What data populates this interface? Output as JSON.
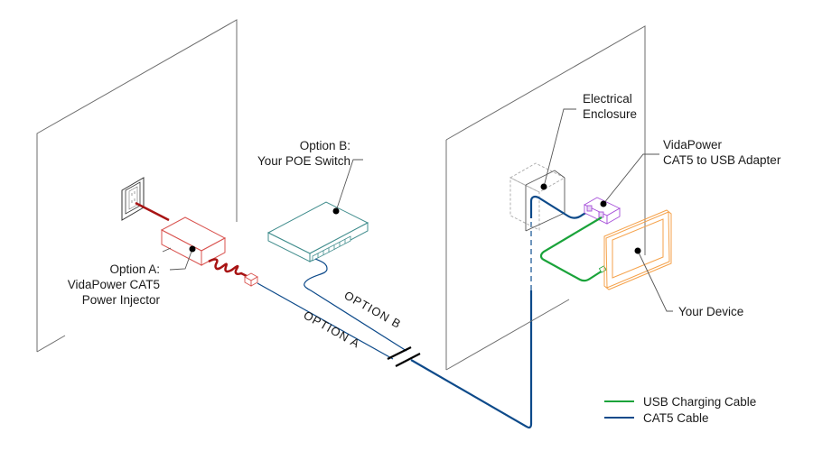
{
  "title": "VidaPower installation diagram",
  "colors": {
    "cat5": "#0d4a8a",
    "usb": "#1aa33a",
    "power": "#a81414",
    "injector": "#d9534f",
    "switch": "#3f8c8c",
    "adapter": "#a64fd9",
    "device": "#f5a24b",
    "wall": "#6e6e6e"
  },
  "labels": {
    "option_a_line1": "Option A:",
    "option_a_line2": "VidaPower CAT5",
    "option_a_line3": "Power Injector",
    "option_b_line1": "Option B:",
    "option_b_line2": "Your POE Switch",
    "enclosure_line1": "Electrical",
    "enclosure_line2": "Enclosure",
    "adapter_line1": "VidaPower",
    "adapter_line2": "CAT5 to USB Adapter",
    "device": "Your Device",
    "cable_option_a": "OPTION  A",
    "cable_option_b": "OPTION  B"
  },
  "legend": {
    "items": [
      {
        "label": "USB Charging Cable",
        "color": "#1aa33a"
      },
      {
        "label": "CAT5 Cable",
        "color": "#0d4a8a"
      }
    ]
  }
}
